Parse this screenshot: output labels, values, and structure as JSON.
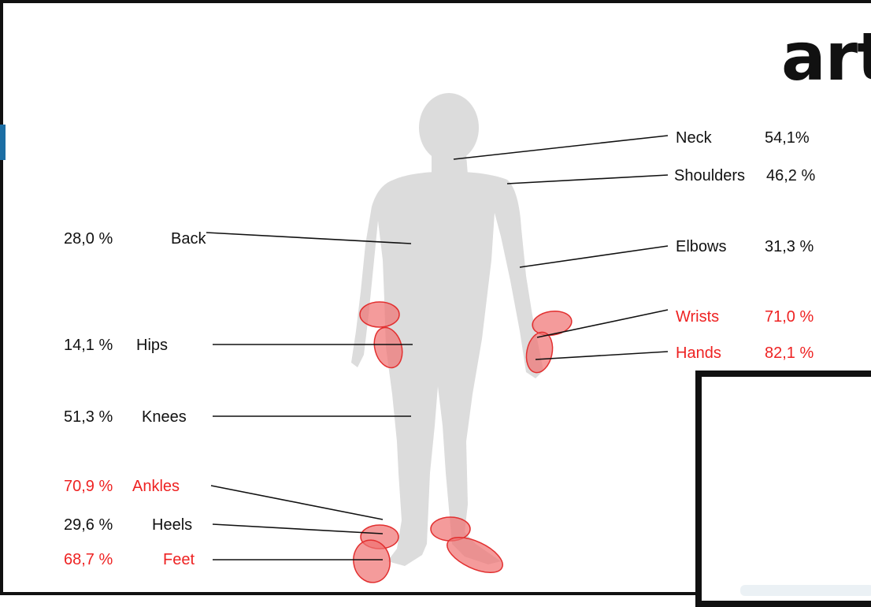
{
  "title_fragment": "art",
  "colors": {
    "normal": "#111111",
    "highlight": "#ee2222",
    "silhouette": "#dcdcdc",
    "marker": "#f07070"
  },
  "labels": {
    "neck": {
      "name": "Neck",
      "value": "54,1%"
    },
    "shoulders": {
      "name": "Shoulders",
      "value": "46,2 %"
    },
    "elbows": {
      "name": "Elbows",
      "value": "31,3 %"
    },
    "wrists": {
      "name": "Wrists",
      "value": "71,0 %"
    },
    "hands": {
      "name": "Hands",
      "value": "82,1 %"
    },
    "back": {
      "name": "Back",
      "value": "28,0 %"
    },
    "hips": {
      "name": "Hips",
      "value": "14,1 %"
    },
    "knees": {
      "name": "Knees",
      "value": "51,3 %"
    },
    "ankles": {
      "name": "Ankles",
      "value": "70,9 %"
    },
    "heels": {
      "name": "Heels",
      "value": "29,6 %"
    },
    "feet": {
      "name": "Feet",
      "value": "68,7 %"
    }
  }
}
